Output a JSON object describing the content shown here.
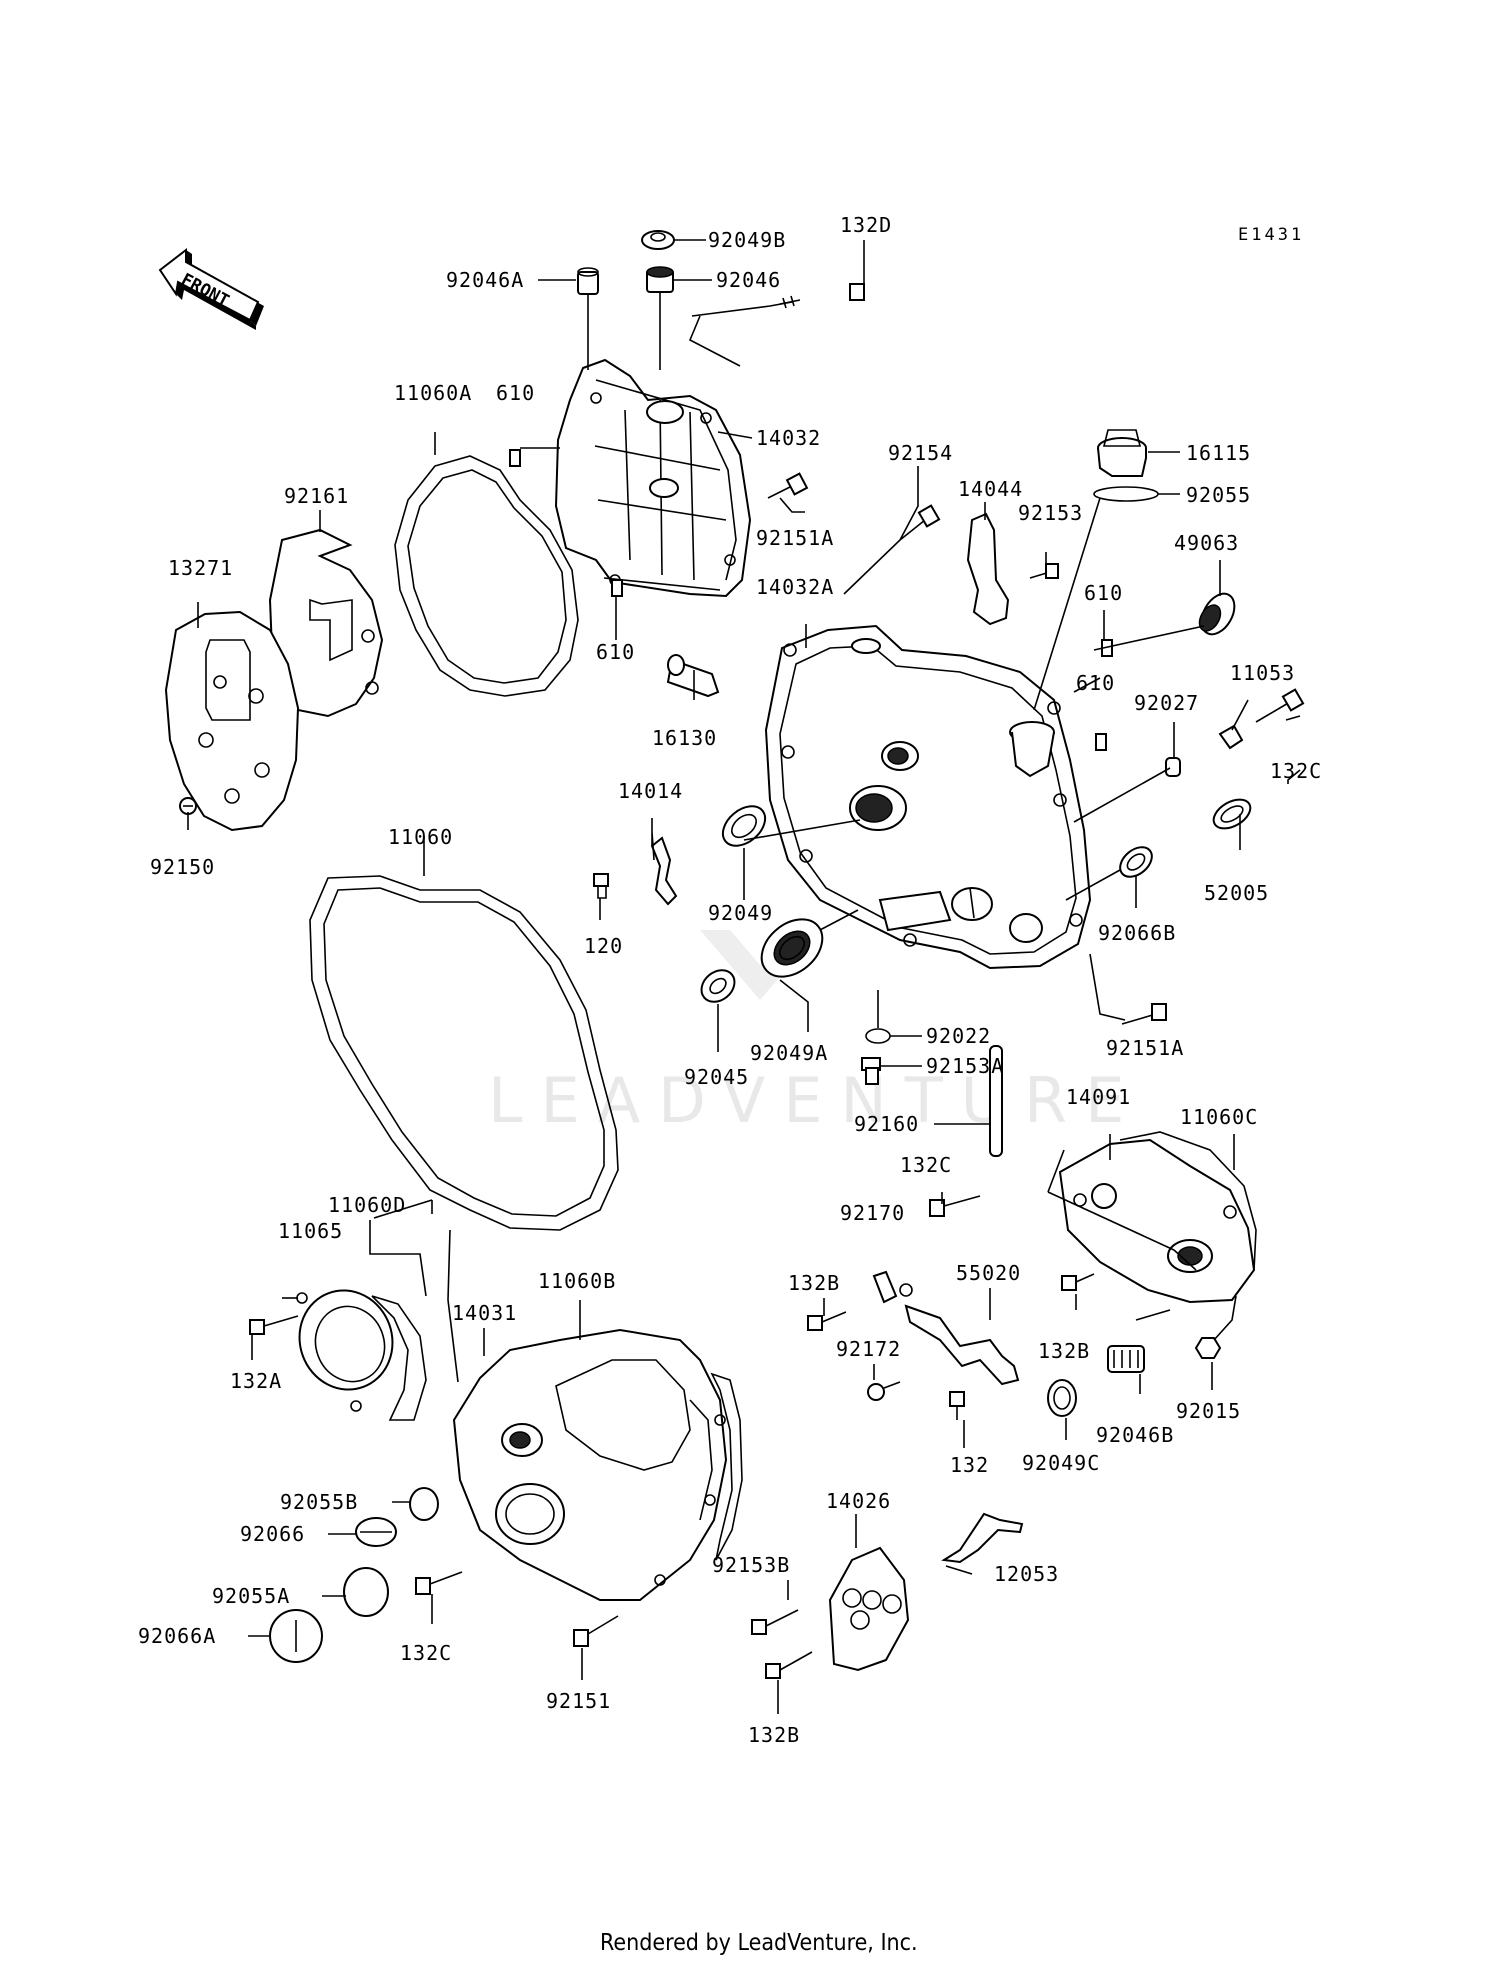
{
  "diagram": {
    "reference_code": "E1431",
    "front_label": "FRONT",
    "watermark": "LEADVENTURE",
    "footer": "Rendered by LeadVenture, Inc.",
    "callouts": {
      "c_92049B": "92049B",
      "c_132D": "132D",
      "c_92046A": "92046A",
      "c_92046": "92046",
      "c_11060A": "11060A",
      "c_610_a": "610",
      "c_14032": "14032",
      "c_92161": "92161",
      "c_92151A_a": "92151A",
      "c_13271": "13271",
      "c_610_b": "610",
      "c_92154": "92154",
      "c_14044": "14044",
      "c_92153": "92153",
      "c_16115": "16115",
      "c_92055": "92055",
      "c_49063": "49063",
      "c_14032A": "14032A",
      "c_610_c": "610",
      "c_610_d": "610",
      "c_11053": "11053",
      "c_92027": "92027",
      "c_132C_a": "132C",
      "c_16130": "16130",
      "c_14014": "14014",
      "c_92150": "92150",
      "c_11060": "11060",
      "c_52005": "52005",
      "c_92049": "92049",
      "c_92066B": "92066B",
      "c_120": "120",
      "c_92022": "92022",
      "c_92151A_b": "92151A",
      "c_92153A": "92153A",
      "c_92045": "92045",
      "c_92049A": "92049A",
      "c_14091": "14091",
      "c_92160": "92160",
      "c_11060C": "11060C",
      "c_132C_b": "132C",
      "c_11060D": "11060D",
      "c_92170": "92170",
      "c_11065": "11065",
      "c_55020": "55020",
      "c_11060B": "11060B",
      "c_132B_a": "132B",
      "c_14031": "14031",
      "c_92172": "92172",
      "c_132B_b": "132B",
      "c_132A": "132A",
      "c_92015": "92015",
      "c_92046B": "92046B",
      "c_132": "132",
      "c_92049C": "92049C",
      "c_92055B": "92055B",
      "c_14026": "14026",
      "c_92066": "92066",
      "c_12053": "12053",
      "c_92153B": "92153B",
      "c_92055A": "92055A",
      "c_132C_c": "132C",
      "c_92066A": "92066A",
      "c_92151": "92151",
      "c_132B_c": "132B"
    }
  }
}
